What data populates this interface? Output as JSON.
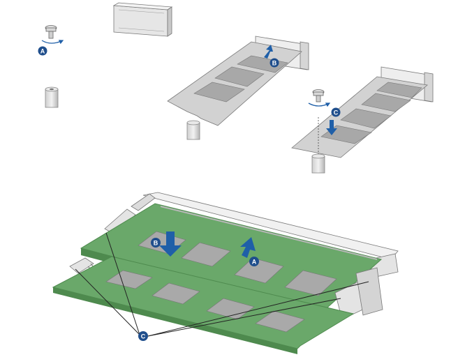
{
  "colors": {
    "callout": "#1f4e8c",
    "arrow": "#1f5fa8",
    "pcb": "#6aa86a",
    "pcb_edge": "#4e8a4e",
    "chip": "#a9a9a9",
    "m2_board": "#cfcfcf",
    "outline": "#555555"
  },
  "callouts": {
    "screw_a": "A",
    "m2_insert_b": "B",
    "m2_screw_c": "C",
    "dimm_push_b": "B",
    "dimm_insert_a": "A",
    "dimm_latch_c": "C"
  },
  "icons": {
    "rotate": "rotate-arrow-icon",
    "push": "push-arrow-icon"
  }
}
